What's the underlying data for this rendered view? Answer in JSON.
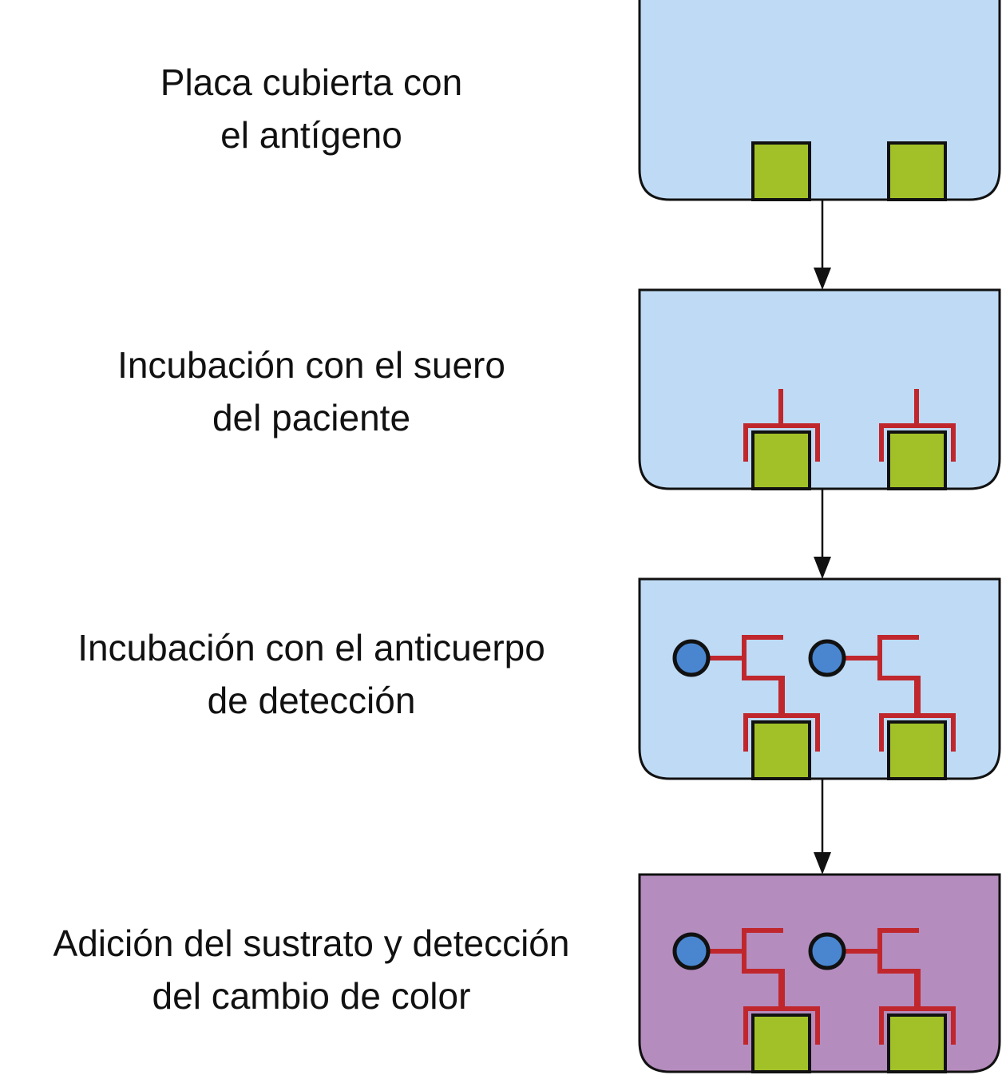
{
  "steps": [
    {
      "line1": "Placa cubierta con",
      "line2": "el antígeno",
      "fill": "#bfdaf4",
      "primary": false,
      "secondary": false
    },
    {
      "line1": "Incubación con el suero",
      "line2": "del paciente",
      "fill": "#bfdaf4",
      "primary": true,
      "secondary": false
    },
    {
      "line1": "Incubación con el anticuerpo",
      "line2": "de detección",
      "fill": "#bfdaf4",
      "primary": true,
      "secondary": true
    },
    {
      "line1": "Adición del sustrato y detección",
      "line2": "del cambio de color",
      "fill": "#b58cbe",
      "primary": true,
      "secondary": true
    }
  ],
  "colors": {
    "antigen": "#a2c128",
    "antibody": "#c0272d",
    "enzyme": "#4a86d0",
    "outline": "#111111"
  }
}
